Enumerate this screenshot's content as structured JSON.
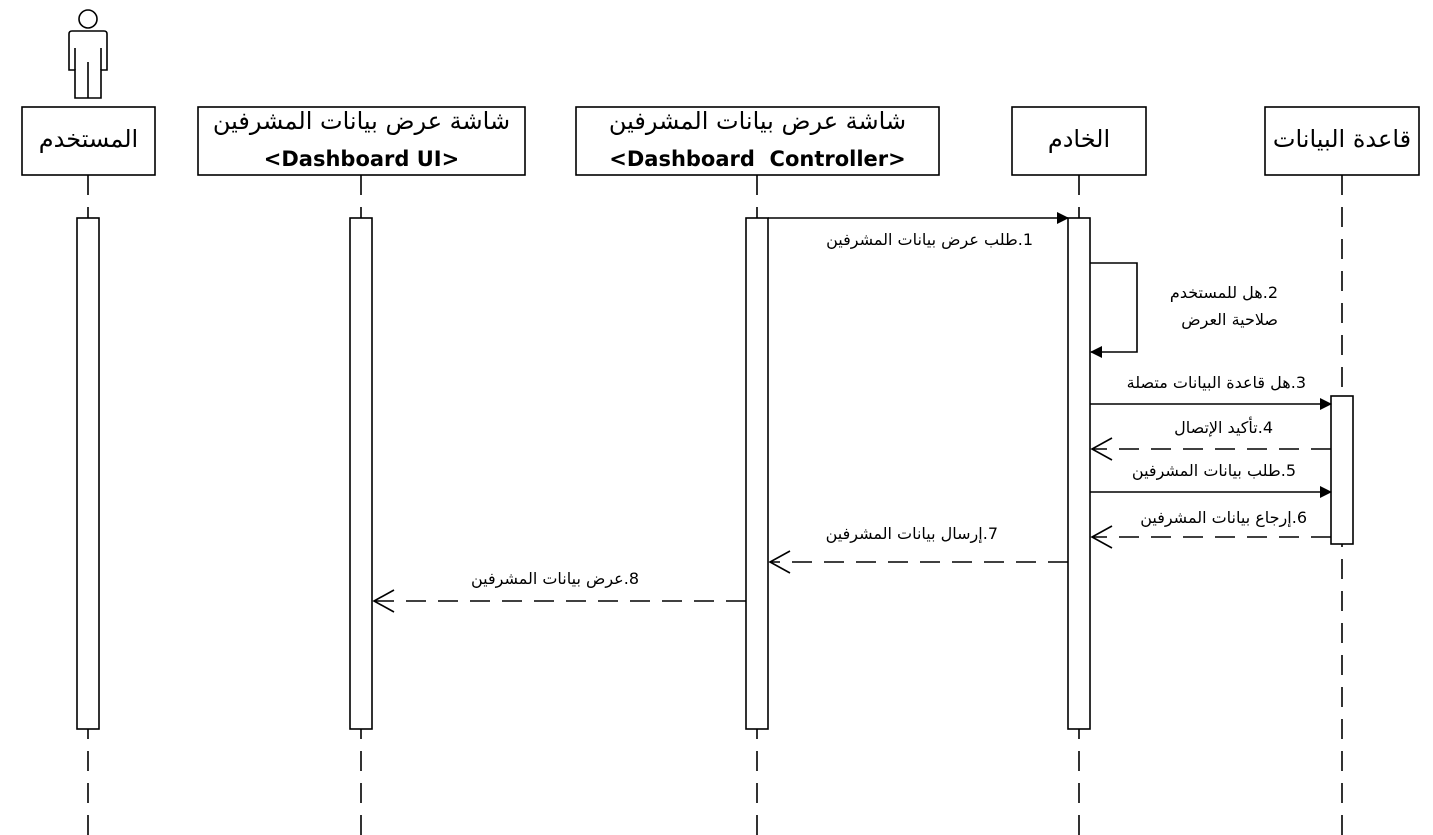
{
  "lifelines": [
    {
      "id": "user",
      "title": "المستخدم",
      "subtitle": ""
    },
    {
      "id": "ui",
      "title": "شاشة عرض بيانات المشرفين",
      "subtitle": "<Dashboard UI>"
    },
    {
      "id": "controller",
      "title": "شاشة عرض بيانات المشرفين",
      "subtitle": "<Dashboard  Controller>"
    },
    {
      "id": "server",
      "title": "الخادم",
      "subtitle": ""
    },
    {
      "id": "database",
      "title": "قاعدة البيانات",
      "subtitle": ""
    }
  ],
  "messages": [
    {
      "num": "1",
      "text": "طلب عرض بيانات المشرفين",
      "from": "controller",
      "to": "server",
      "kind": "sync"
    },
    {
      "num": "2",
      "text": "هل للمستخدم صلاحية العرض",
      "line1": "2.هل للمستخدم",
      "line2": "صلاحية العرض",
      "from": "server",
      "to": "server",
      "kind": "self"
    },
    {
      "num": "3",
      "text": "هل قاعدة البيانات متصلة",
      "from": "server",
      "to": "database",
      "kind": "sync"
    },
    {
      "num": "4",
      "text": "تأكيد الإتصال",
      "from": "database",
      "to": "server",
      "kind": "reply"
    },
    {
      "num": "5",
      "text": "طلب بيانات المشرفين",
      "from": "server",
      "to": "database",
      "kind": "sync"
    },
    {
      "num": "6",
      "text": "إرجاع بيانات المشرفين",
      "from": "database",
      "to": "server",
      "kind": "reply"
    },
    {
      "num": "7",
      "text": "إرسال بيانات المشرفين",
      "from": "server",
      "to": "controller",
      "kind": "reply"
    },
    {
      "num": "8",
      "text": "عرض بيانات المشرفين",
      "from": "controller",
      "to": "ui",
      "kind": "reply"
    }
  ],
  "colors": {
    "stroke": "#000000",
    "background": "#ffffff"
  },
  "icons": {
    "actor": "stick-figure-icon"
  }
}
